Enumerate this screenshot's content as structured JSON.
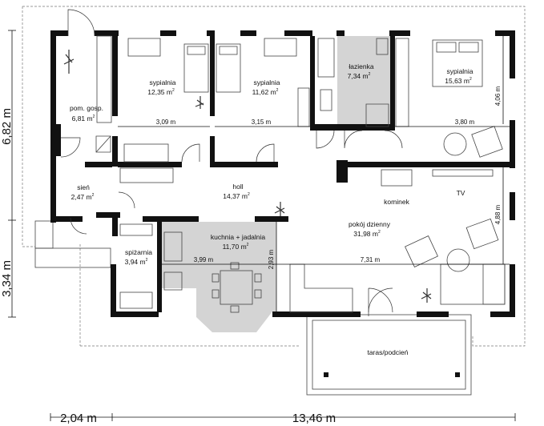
{
  "rooms": {
    "pom_gosp": {
      "name": "pom. gosp.",
      "area": "6,81 m",
      "sup": "2"
    },
    "sypialnia_1": {
      "name": "sypialnia",
      "area": "12,35 m",
      "sup": "2"
    },
    "sypialnia_2": {
      "name": "sypialnia",
      "area": "11,62 m",
      "sup": "2"
    },
    "lazienka": {
      "name": "łazienka",
      "area": "7,34 m",
      "sup": "2"
    },
    "sypialnia_3": {
      "name": "sypialnia",
      "area": "15,63 m",
      "sup": "2"
    },
    "sien": {
      "name": "sień",
      "area": "2,47 m",
      "sup": "2"
    },
    "holl": {
      "name": "holl",
      "area": "14,37 m",
      "sup": "2"
    },
    "kuchnia": {
      "name": "kuchnia + jadalnia",
      "area": "11,70 m",
      "sup": "2"
    },
    "spizarnia": {
      "name": "spiżarnia",
      "area": "3,94 m",
      "sup": "2"
    },
    "pokoj_dzienny": {
      "name": "pokój dzienny",
      "area": "31,98 m",
      "sup": "2"
    },
    "kominek": {
      "name": "kominek"
    },
    "tv": {
      "name": "TV"
    },
    "taras": {
      "name": "taras/podcień"
    }
  },
  "dimensions": {
    "d_309": "3,09 m",
    "d_315": "3,15 m",
    "d_380": "3,80 m",
    "d_406": "4,06 m",
    "d_488": "4,88 m",
    "d_399": "3,99 m",
    "d_293": "2,93 m",
    "d_731": "7,31 m",
    "outer_682": "6,82 m",
    "outer_334": "3,34 m",
    "outer_204": "2,04 m",
    "outer_1346": "13,46 m"
  }
}
